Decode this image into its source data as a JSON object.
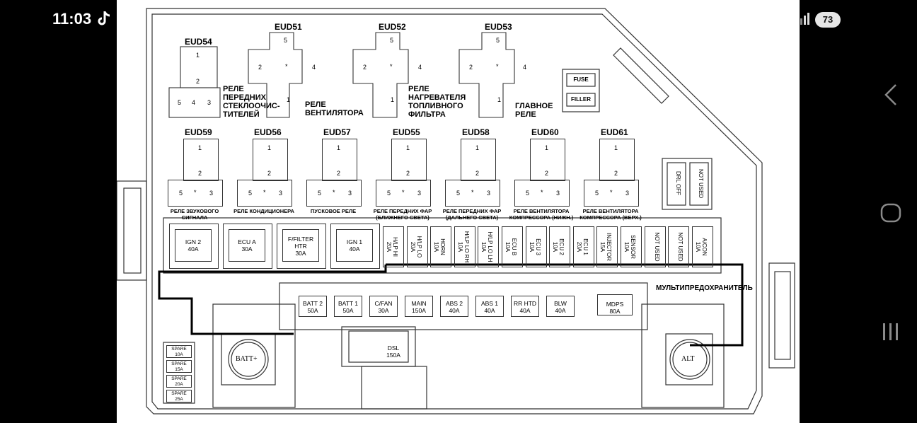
{
  "status": {
    "time": "11:03",
    "battery": "73"
  },
  "icons": {
    "tiktok": "tiktok-icon",
    "signal": "signal-icon",
    "back": "back-chevron-icon",
    "home": "home-icon",
    "recents": "recents-icon"
  },
  "relays_top": [
    {
      "id": "EUD54",
      "caption": "РЕЛЕ\nПЕРЕДНИХ\nСТЕКЛООЧИС-\nТИТЕЛЕЙ"
    },
    {
      "id": "EUD51",
      "caption": "РЕЛЕ\nВЕНТИЛЯТОРА"
    },
    {
      "id": "EUD52",
      "caption": "РЕЛЕ\nНАГРЕВАТЕЛЯ\nТОПЛИВНОГО\nФИЛЬТРА"
    },
    {
      "id": "EUD53",
      "caption": "ГЛАВНОЕ\nРЕЛЕ"
    }
  ],
  "relays_mid": [
    {
      "id": "EUD59",
      "caption": "РЕЛЕ ЗВУКОВОГО\nСИГНАЛА"
    },
    {
      "id": "EUD56",
      "caption": "РЕЛЕ КОНДИЦИОНЕРА"
    },
    {
      "id": "EUD57",
      "caption": "ПУСКОВОЕ РЕЛЕ"
    },
    {
      "id": "EUD55",
      "caption": "РЕЛЕ ПЕРЕДНИХ ФАР\n(БЛИЖНЕГО СВЕТА)"
    },
    {
      "id": "EUD58",
      "caption": "РЕЛЕ ПЕРЕДНИХ ФАР\n(ДАЛЬНЕГО СВЕТА)"
    },
    {
      "id": "EUD60",
      "caption": "РЕЛЕ ВЕНТИЛЯТОРА\nКОМПРЕССОРА (НИЖН.)"
    },
    {
      "id": "EUD61",
      "caption": "РЕЛЕ ВЕНТИЛЯТОРА\nКОМПРЕССОРА (ВЕРХ.)"
    }
  ],
  "fuse_filler": [
    "FUSE",
    "FILLER"
  ],
  "drl": [
    "DRL OFF",
    "NOT USED"
  ],
  "big_fuses": [
    "IGN 2\n40A",
    "ECU A\n30A",
    "F/FILTER\nHTR\n30A",
    "IGN 1\n40A"
  ],
  "mini_fuses": [
    "H/LP HI\n20A",
    "H/LP LO\n20A",
    "HORN\n10A",
    "H/LP LO RH\n10A",
    "H/LP LO LH\n10A",
    "ECU B\n10A",
    "ECU 3\n10A",
    "ECU 2\n10A",
    "ECU 1\n20A",
    "INJECTOR\n15A",
    "SENSOR\n10A",
    "NOT USED",
    "NOT USED",
    "A/CON\n10A"
  ],
  "multi_label": "МУЛЬТИПРЕДОХРАНИТЕЛЬ",
  "multi_fuses": [
    "BATT 2\n50A",
    "BATT 1\n50A",
    "C/FAN\n30A",
    "MAIN\n150A",
    "ABS 2\n40A",
    "ABS 1\n40A",
    "RR HTD\n40A",
    "BLW\n40A"
  ],
  "mdps": "MDPS\n80A",
  "dsl": "DSL\n150A",
  "spare": [
    "SPARE\n10A",
    "SPARE\n15A",
    "SPARE\n20A",
    "SPARE\n25A"
  ],
  "terminals": [
    "BATT+",
    "ALT"
  ],
  "pins": {
    "p1": "1",
    "p2": "2",
    "p3": "3",
    "p4": "4",
    "p5": "5",
    "star": "*"
  }
}
